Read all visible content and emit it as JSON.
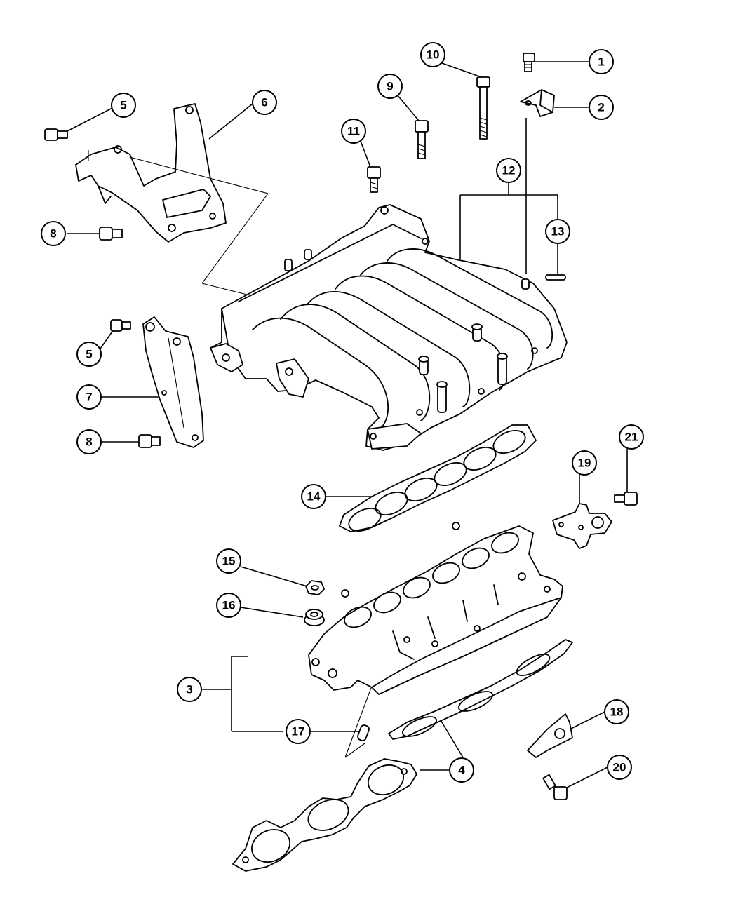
{
  "callouts": [
    {
      "id": "1",
      "label": "1"
    },
    {
      "id": "2",
      "label": "2"
    },
    {
      "id": "3",
      "label": "3"
    },
    {
      "id": "4",
      "label": "4"
    },
    {
      "id": "5a",
      "label": "5"
    },
    {
      "id": "5b",
      "label": "5"
    },
    {
      "id": "6",
      "label": "6"
    },
    {
      "id": "7",
      "label": "7"
    },
    {
      "id": "8a",
      "label": "8"
    },
    {
      "id": "8b",
      "label": "8"
    },
    {
      "id": "9",
      "label": "9"
    },
    {
      "id": "10",
      "label": "10"
    },
    {
      "id": "11",
      "label": "11"
    },
    {
      "id": "12",
      "label": "12"
    },
    {
      "id": "13",
      "label": "13"
    },
    {
      "id": "14",
      "label": "14"
    },
    {
      "id": "15",
      "label": "15"
    },
    {
      "id": "16",
      "label": "16"
    },
    {
      "id": "17",
      "label": "17"
    },
    {
      "id": "18",
      "label": "18"
    },
    {
      "id": "19",
      "label": "19"
    },
    {
      "id": "20",
      "label": "20"
    },
    {
      "id": "21",
      "label": "21"
    }
  ]
}
